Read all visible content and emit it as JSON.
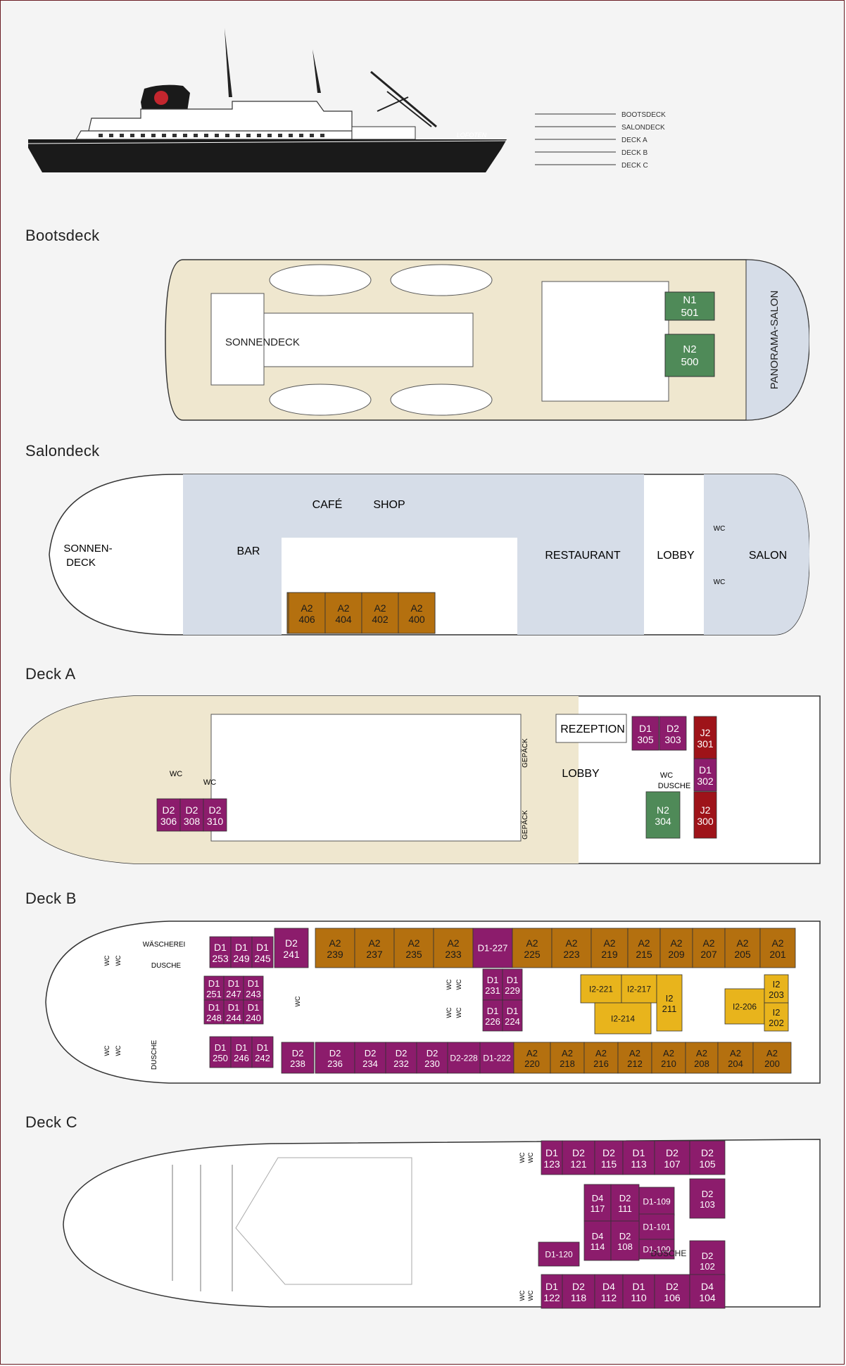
{
  "colors": {
    "background": "#f4f4f4",
    "hull_black": "#1a1a1a",
    "sundeck_cream": "#efe7cf",
    "salon_blue": "#d6dde8",
    "cabin_orange": "#b4700f",
    "cabin_purple": "#8c1c6c",
    "cabin_red": "#9e1319",
    "cabin_green": "#4f8a58",
    "cabin_yellow": "#e8b41c"
  },
  "ship": {
    "name": "LOFOTEN",
    "legend": [
      "BOOTSDECK",
      "SALONDECK",
      "DECK A",
      "DECK B",
      "DECK C"
    ]
  },
  "decks": {
    "bootsdeck": {
      "title": "Bootsdeck",
      "areas": [
        "SONNENDECK",
        "PANORAMA-SALON"
      ],
      "cabins": [
        {
          "cat": "N1",
          "num": "501"
        },
        {
          "cat": "N2",
          "num": "500"
        }
      ]
    },
    "salondeck": {
      "title": "Salondeck",
      "areas": {
        "sonnen": "SONNEN-",
        "deck": "DECK",
        "bar": "BAR",
        "cafe": "CAFÉ",
        "shop": "SHOP",
        "restaurant": "RESTAURANT",
        "lobby": "LOBBY",
        "salon": "SALON",
        "wc": "WC"
      },
      "cabins": [
        {
          "cat": "A2",
          "num": "406"
        },
        {
          "cat": "A2",
          "num": "404"
        },
        {
          "cat": "A2",
          "num": "402"
        },
        {
          "cat": "A2",
          "num": "400"
        }
      ]
    },
    "deck_a": {
      "title": "Deck A",
      "areas": {
        "rezeption": "REZEPTION",
        "lobby": "LOBBY",
        "gepaeck": "GEPÄCK",
        "wc": "WC",
        "dusche": "DUSCHE"
      },
      "cabins": [
        {
          "cat": "D2",
          "num": "306"
        },
        {
          "cat": "D2",
          "num": "308"
        },
        {
          "cat": "D2",
          "num": "310"
        },
        {
          "cat": "D1",
          "num": "305"
        },
        {
          "cat": "D2",
          "num": "303"
        },
        {
          "cat": "J2",
          "num": "301"
        },
        {
          "cat": "D1",
          "num": "302"
        },
        {
          "cat": "N2",
          "num": "304"
        },
        {
          "cat": "J2",
          "num": "300"
        }
      ]
    },
    "deck_b": {
      "title": "Deck B",
      "areas": {
        "waescherei": "WÄSCHEREI",
        "dusche": "DUSCHE",
        "wc": "WC"
      },
      "cabins_top": [
        {
          "cat": "D1",
          "num": "253"
        },
        {
          "cat": "D1",
          "num": "249"
        },
        {
          "cat": "D1",
          "num": "245"
        },
        {
          "cat": "D2",
          "num": "241"
        },
        {
          "cat": "A2",
          "num": "239"
        },
        {
          "cat": "A2",
          "num": "237"
        },
        {
          "cat": "A2",
          "num": "235"
        },
        {
          "cat": "A2",
          "num": "233"
        },
        {
          "cat": "D1-227",
          "num": ""
        },
        {
          "cat": "A2",
          "num": "225"
        },
        {
          "cat": "A2",
          "num": "223"
        },
        {
          "cat": "A2",
          "num": "219"
        },
        {
          "cat": "A2",
          "num": "215"
        },
        {
          "cat": "A2",
          "num": "209"
        },
        {
          "cat": "A2",
          "num": "207"
        },
        {
          "cat": "A2",
          "num": "205"
        },
        {
          "cat": "A2",
          "num": "201"
        }
      ],
      "cabins_mid": [
        {
          "cat": "D1",
          "num": "251"
        },
        {
          "cat": "D1",
          "num": "247"
        },
        {
          "cat": "D1",
          "num": "243"
        },
        {
          "cat": "D1",
          "num": "248"
        },
        {
          "cat": "D1",
          "num": "244"
        },
        {
          "cat": "D1",
          "num": "240"
        },
        {
          "cat": "D1",
          "num": "231"
        },
        {
          "cat": "D1",
          "num": "229"
        },
        {
          "cat": "D1",
          "num": "226"
        },
        {
          "cat": "D1",
          "num": "224"
        },
        {
          "cat": "I2-221",
          "num": ""
        },
        {
          "cat": "I2-217",
          "num": ""
        },
        {
          "cat": "I2",
          "num": "211"
        },
        {
          "cat": "I2-214",
          "num": ""
        },
        {
          "cat": "I2-206",
          "num": ""
        },
        {
          "cat": "I2",
          "num": "203"
        },
        {
          "cat": "I2",
          "num": "202"
        }
      ],
      "cabins_bottom": [
        {
          "cat": "D1",
          "num": "250"
        },
        {
          "cat": "D1",
          "num": "246"
        },
        {
          "cat": "D1",
          "num": "242"
        },
        {
          "cat": "D2",
          "num": "238"
        },
        {
          "cat": "D2",
          "num": "236"
        },
        {
          "cat": "D2",
          "num": "234"
        },
        {
          "cat": "D2",
          "num": "232"
        },
        {
          "cat": "D2",
          "num": "230"
        },
        {
          "cat": "D2-228",
          "num": ""
        },
        {
          "cat": "D1-222",
          "num": ""
        },
        {
          "cat": "A2",
          "num": "220"
        },
        {
          "cat": "A2",
          "num": "218"
        },
        {
          "cat": "A2",
          "num": "216"
        },
        {
          "cat": "A2",
          "num": "212"
        },
        {
          "cat": "A2",
          "num": "210"
        },
        {
          "cat": "A2",
          "num": "208"
        },
        {
          "cat": "A2",
          "num": "204"
        },
        {
          "cat": "A2",
          "num": "200"
        }
      ]
    },
    "deck_c": {
      "title": "Deck C",
      "areas": {
        "wc": "WC",
        "dusche": "DUSCHE"
      },
      "cabins_top": [
        {
          "cat": "D1",
          "num": "123"
        },
        {
          "cat": "D2",
          "num": "121"
        },
        {
          "cat": "D2",
          "num": "115"
        },
        {
          "cat": "D1",
          "num": "113"
        },
        {
          "cat": "D2",
          "num": "107"
        },
        {
          "cat": "D2",
          "num": "105"
        }
      ],
      "cabins_mid": [
        {
          "cat": "D4",
          "num": "117"
        },
        {
          "cat": "D2",
          "num": "111"
        },
        {
          "cat": "D1-109",
          "num": ""
        },
        {
          "cat": "D1-101",
          "num": ""
        },
        {
          "cat": "D4",
          "num": "114"
        },
        {
          "cat": "D2",
          "num": "108"
        },
        {
          "cat": "D1-100",
          "num": ""
        },
        {
          "cat": "D2",
          "num": "103"
        },
        {
          "cat": "D2",
          "num": "102"
        },
        {
          "cat": "D1-120",
          "num": ""
        }
      ],
      "cabins_bottom": [
        {
          "cat": "D1",
          "num": "122"
        },
        {
          "cat": "D2",
          "num": "118"
        },
        {
          "cat": "D4",
          "num": "112"
        },
        {
          "cat": "D1",
          "num": "110"
        },
        {
          "cat": "D2",
          "num": "106"
        },
        {
          "cat": "D4",
          "num": "104"
        }
      ]
    }
  }
}
